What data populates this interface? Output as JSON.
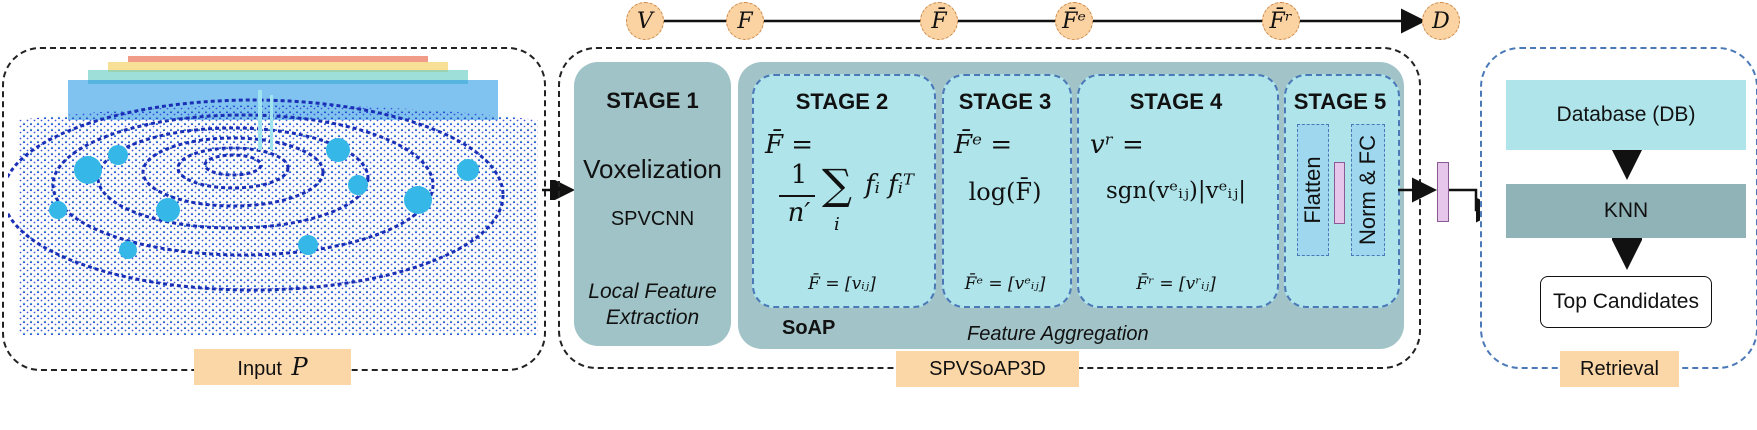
{
  "top_flow": {
    "nodes": [
      "V",
      "F",
      "F̄",
      "F̄ᵉ",
      "F̄ʳ",
      "D"
    ]
  },
  "input": {
    "label": "Input",
    "symbol": "P"
  },
  "spvsoap3d": {
    "label": "SPVSoAP3D",
    "stage1": {
      "title": "STAGE 1",
      "line1": "Voxelization",
      "line2": "SPVCNN",
      "caption_line1": "Local Feature",
      "caption_line2": "Extraction"
    },
    "soap_label": "SoAP",
    "aggregation_label": "Feature Aggregation",
    "stage2": {
      "title": "STAGE 2",
      "lhs": "F̄ =",
      "numerator": "1",
      "denominator": "n′",
      "sum": "∑",
      "sum_index": "i",
      "term": "fᵢ fᵢᵀ",
      "footer": "F̄ = [vᵢⱼ]"
    },
    "stage3": {
      "title": "STAGE 3",
      "lhs": "F̄ᵉ =",
      "expr": "log(F̄)",
      "footer": "F̄ᵉ = [vᵉᵢⱼ]"
    },
    "stage4": {
      "title": "STAGE 4",
      "lhs": "vʳ =",
      "expr": "sgn(vᵉᵢⱼ)|vᵉᵢⱼ|",
      "footer": "F̄ʳ = [vʳᵢⱼ]"
    },
    "stage5": {
      "title": "STAGE 5",
      "flatten": "Flatten",
      "norm_fc": "Norm & FC"
    }
  },
  "retrieval": {
    "label": "Retrieval",
    "database": "Database (DB)",
    "knn": "KNN",
    "candidates": "Top Candidates"
  },
  "colors": {
    "stage1_fill": "#9fc3c6",
    "aggregation_fill": "#a2c4c8",
    "stage_fill": "#aee4ea",
    "knn_fill": "#8fb3b6",
    "tag_fill": "#fbd7a8",
    "node_fill": "#fbd3a2",
    "vector_fill": "#e6c6ea"
  }
}
